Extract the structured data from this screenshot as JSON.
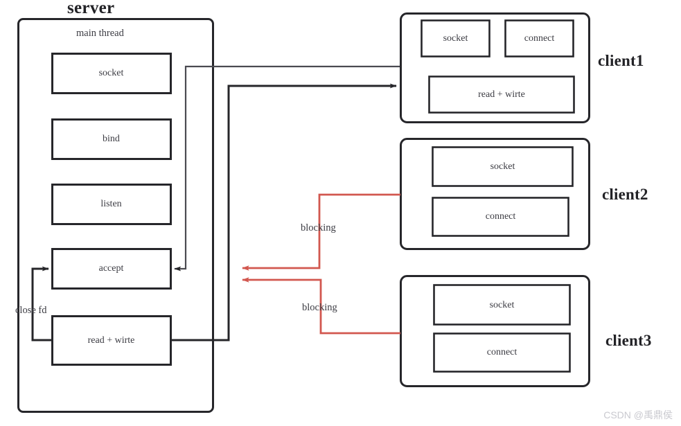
{
  "diagram": {
    "type": "architecture-flow",
    "title_server": "server",
    "colors": {
      "stroke_dark": "#26262a",
      "stroke_thin": "#4a4a50",
      "blocking_red": "#d2574f",
      "text": "#3b3b42",
      "watermark": "#c9c9cf",
      "background": "#ffffff"
    },
    "watermark": "CSDN @禹鼎侯"
  },
  "server": {
    "title": "server",
    "thread_label": "main  thread",
    "steps": [
      {
        "id": "socket",
        "label": "socket"
      },
      {
        "id": "bind",
        "label": "bind"
      },
      {
        "id": "listen",
        "label": "listen"
      },
      {
        "id": "accept",
        "label": "accept"
      },
      {
        "id": "read-write",
        "label": "read + wirte"
      }
    ],
    "loop_label": "close fd"
  },
  "clients": [
    {
      "id": "client1",
      "title": "client1",
      "boxes": [
        {
          "id": "socket",
          "label": "socket"
        },
        {
          "id": "connect",
          "label": "connect"
        },
        {
          "id": "read-write",
          "label": "read  + wirte"
        }
      ]
    },
    {
      "id": "client2",
      "title": "client2",
      "boxes": [
        {
          "id": "socket",
          "label": "socket"
        },
        {
          "id": "connect",
          "label": "connect"
        }
      ]
    },
    {
      "id": "client3",
      "title": "client3",
      "boxes": [
        {
          "id": "socket",
          "label": "socket"
        },
        {
          "id": "connect",
          "label": "connect"
        }
      ]
    }
  ],
  "edges": [
    {
      "id": "accept-to-client1",
      "label": "",
      "color": "#26262a"
    },
    {
      "id": "readwrite-to-client1",
      "label": "",
      "color": "#26262a"
    },
    {
      "id": "close-fd-loop",
      "label": "close fd",
      "color": "#26262a"
    },
    {
      "id": "client2-blocking",
      "label": "blocking",
      "color": "#d2574f"
    },
    {
      "id": "client3-blocking",
      "label": "blocking",
      "color": "#d2574f"
    }
  ]
}
